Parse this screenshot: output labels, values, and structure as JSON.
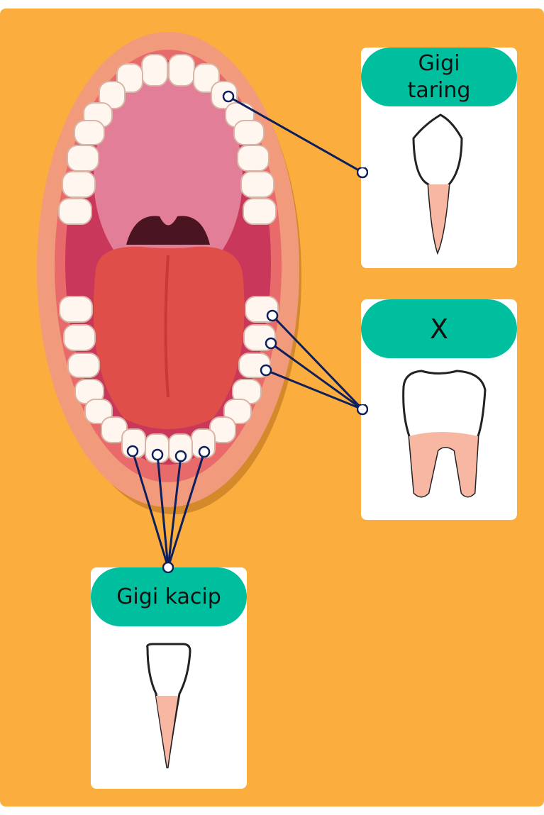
{
  "labels": {
    "canine": "Gigi taring",
    "canine_line1": "Gigi",
    "canine_line2": "taring",
    "molar": "X",
    "incisor": "Gigi kacip"
  },
  "colors": {
    "background": "#fbae3e",
    "label_fill": "#00bf9f",
    "line": "#0d1f5c"
  }
}
